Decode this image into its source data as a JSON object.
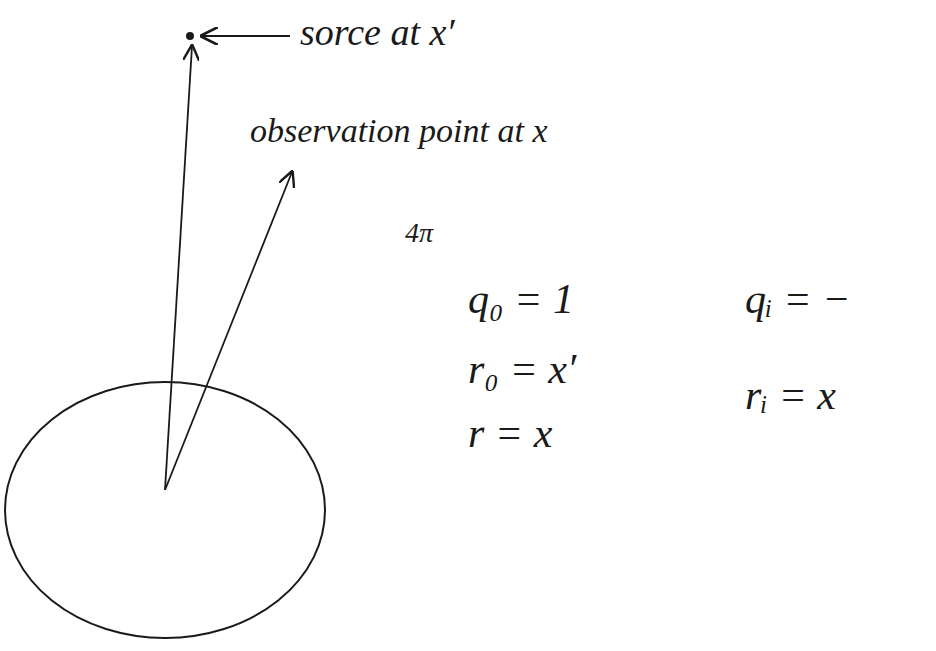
{
  "diagram": {
    "labels": [
      "sorce at x′",
      "observation point at x",
      "4π",
      "q₀ = 1",
      "qᵢ = −",
      "r₀ = x′",
      "rᵢ = x",
      "r = x"
    ]
  }
}
